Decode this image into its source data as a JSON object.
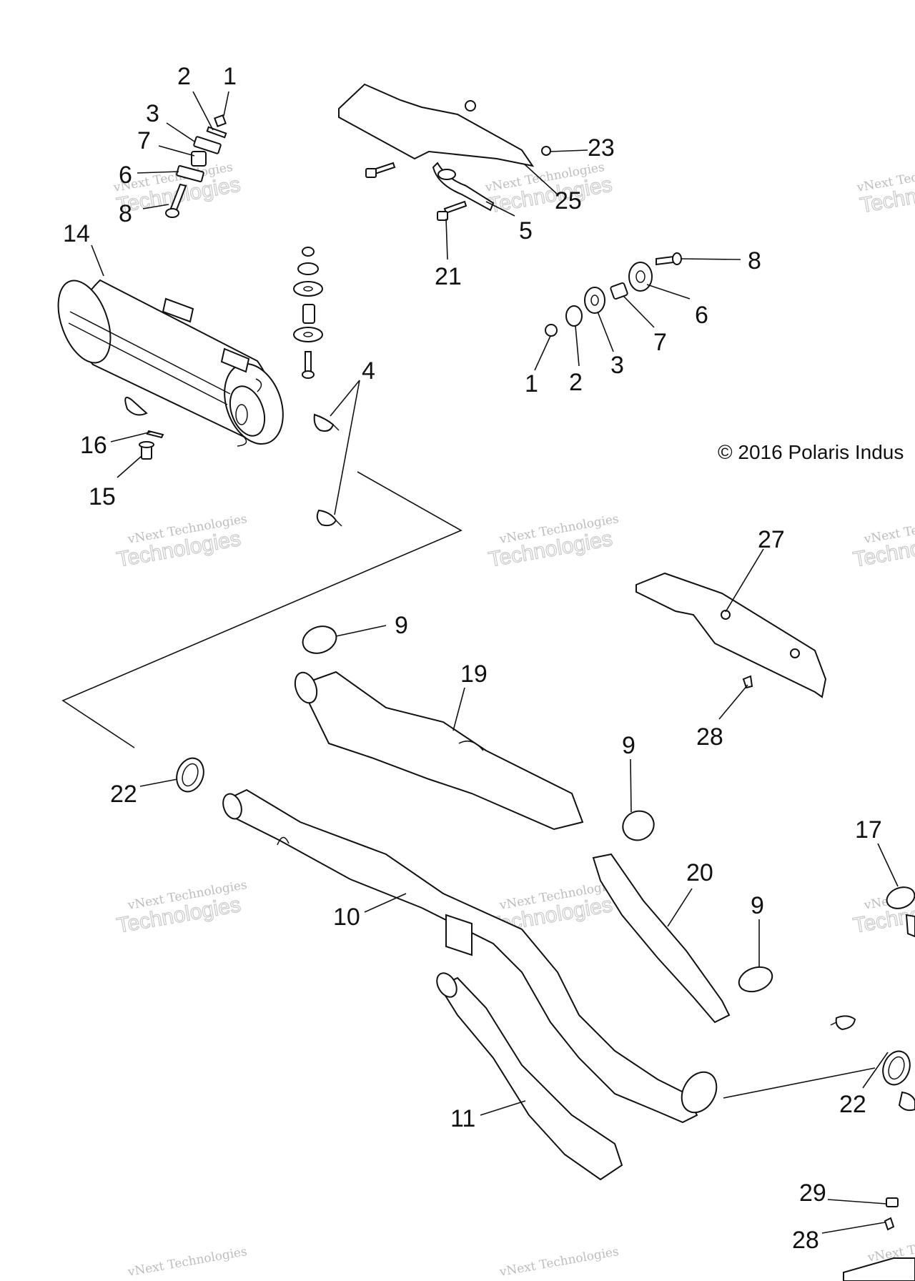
{
  "copyright": "© 2016 Polaris Indus",
  "watermark": {
    "line1": "vNext Technologies",
    "line2": "Technologies",
    "line3": "vNext"
  },
  "callouts": {
    "c1a": "1",
    "c2a": "2",
    "c3a": "3",
    "c7a": "7",
    "c6a": "6",
    "c8a": "8",
    "c14": "14",
    "c16": "16",
    "c15": "15",
    "c4": "4",
    "c23": "23",
    "c25": "25",
    "c5": "5",
    "c21": "21",
    "c8b": "8",
    "c6b": "6",
    "c7b": "7",
    "c3b": "3",
    "c2b": "2",
    "c1b": "1",
    "c27": "27",
    "c28a": "28",
    "c9a": "9",
    "c19": "19",
    "c9b": "9",
    "c22a": "22",
    "c10": "10",
    "c20": "20",
    "c9c": "9",
    "c17": "17",
    "c22b": "22",
    "c11": "11",
    "c29": "29",
    "c28b": "28"
  }
}
